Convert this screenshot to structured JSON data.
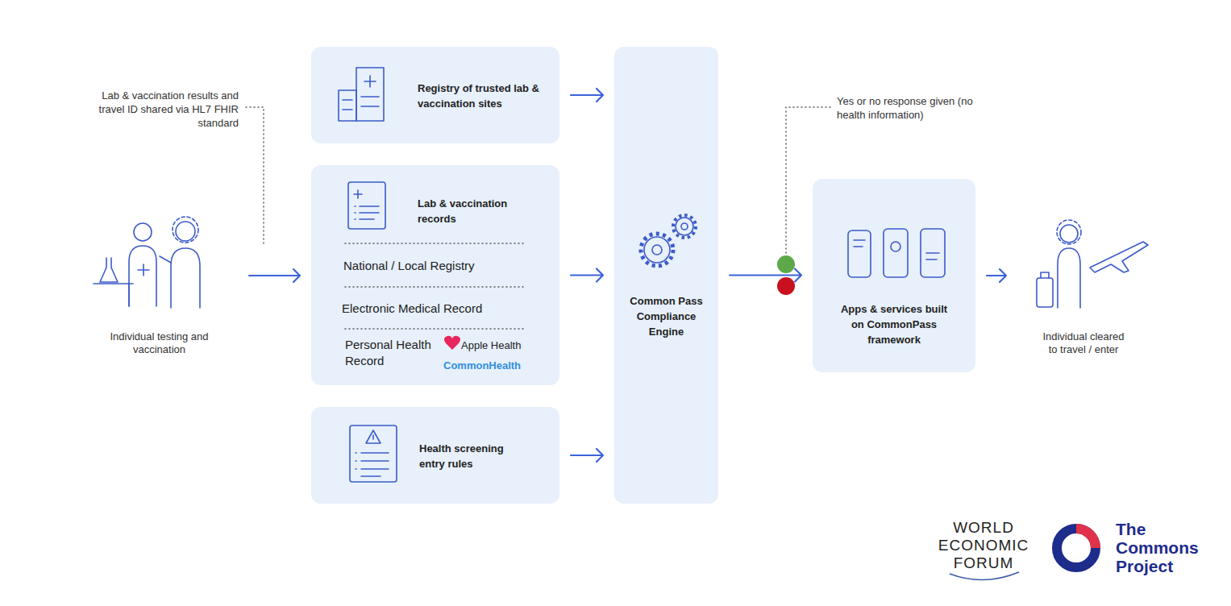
{
  "diagram": {
    "nodes": [
      {
        "text": [
          "Individual testing and vaccination"
        ]
      },
      {
        "text": [
          "Registry of trusted lab & vaccination sites"
        ]
      },
      {
        "text": [
          "Lab & vaccination records",
          "National / Local Registry",
          "Electronic Medical Record",
          "Personal Health Record",
          "Apple Health",
          "CommonHealth"
        ]
      },
      {
        "text": [
          "Health screening entry rules"
        ]
      },
      {
        "text": [
          "Common Pass Compliance Engine"
        ]
      },
      {
        "text": [
          "Apps & services built on CommonPass framework"
        ]
      },
      {
        "text": [
          "Individual cleared to travel / enter"
        ]
      }
    ],
    "edges": [
      {
        "from": 0,
        "to": 2,
        "arrow": "to"
      },
      {
        "from": 1,
        "to": 4,
        "arrow": "to"
      },
      {
        "from": 2,
        "to": 4,
        "arrow": "to"
      },
      {
        "from": 3,
        "to": 4,
        "arrow": "to"
      },
      {
        "from": 4,
        "to": 5,
        "arrow": "to"
      },
      {
        "from": 5,
        "to": 6,
        "arrow": "to"
      }
    ],
    "labels": [
      "Lab & vaccination results and travel ID shared via HL7 FHIR standard",
      "Yes or no response given (no health information)",
      "WORLD ECONOMIC FORUM",
      "The Commons Project"
    ]
  }
}
